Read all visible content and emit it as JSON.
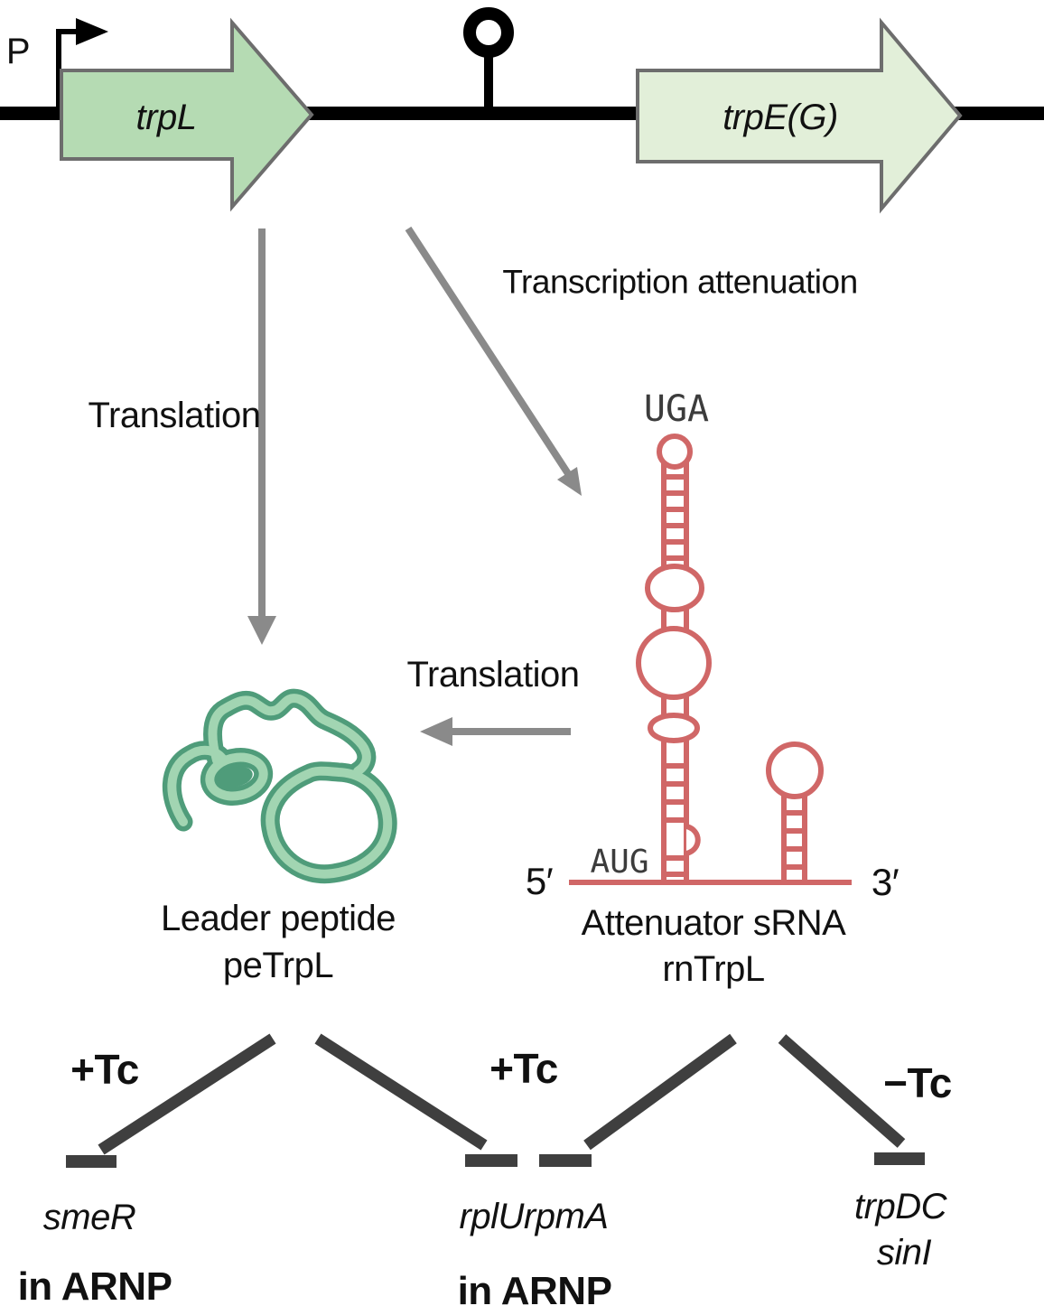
{
  "gene_map": {
    "promoter_label": "P",
    "trpl_label": "trpL",
    "trpe_label": "trpE(G)"
  },
  "process": {
    "translation_left": "Translation",
    "attenuation": "Transcription attenuation",
    "translation_mid": "Translation"
  },
  "peptide": {
    "title": "Leader peptide",
    "name": "peTrpL"
  },
  "srna": {
    "stop_codon": "UGA",
    "start_codon": "AUG",
    "five_prime": "5′",
    "three_prime": "3′",
    "title": "Attenuator sRNA",
    "name": "rnTrpL"
  },
  "regulation": {
    "left": {
      "condition": "+Tc",
      "target": "smeR",
      "context": "in ARNP"
    },
    "middle": {
      "condition": "+Tc",
      "target": "rplUrpmA",
      "context": "in ARNP"
    },
    "right": {
      "condition": "−Tc",
      "targets": [
        "trpDC",
        "sinI"
      ]
    }
  },
  "colors": {
    "trpl_fill": "#b5dbb3",
    "trpe_fill": "#e2efd9",
    "gene_outline": "#6d6d6d",
    "process_arrow": "#8a8a8a",
    "inhibition": "#3f3f3f",
    "rna": "#d06767",
    "peptide_dark": "#4f9c7a",
    "peptide_light": "#a2d5b2",
    "dna": "#000000"
  }
}
